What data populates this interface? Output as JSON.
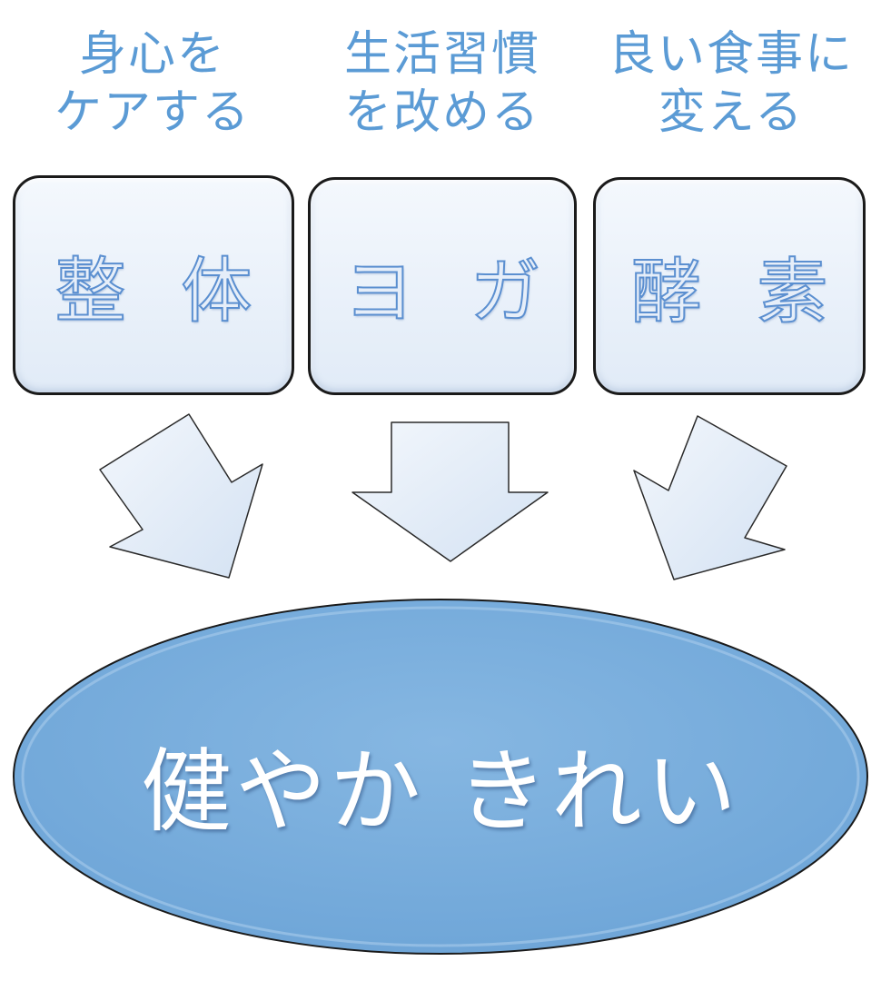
{
  "captions": [
    {
      "line1": "身心を",
      "line2": "ケアする"
    },
    {
      "line1": "生活習慣",
      "line2": "を改める"
    },
    {
      "line1": "良い食事に",
      "line2": "変える"
    }
  ],
  "boxes": [
    {
      "label": "整 体"
    },
    {
      "label": "ヨ ガ"
    },
    {
      "label": "酵 素"
    }
  ],
  "result": {
    "label": "健やか きれい"
  },
  "colors": {
    "caption_text": "#5b9bd5",
    "box_fill": "#e1ebf7",
    "box_border": "#1a1a1a",
    "arrow_fill": "#dfe9f6",
    "ellipse_fill": "#7aaedc",
    "result_text": "#ffffff"
  }
}
